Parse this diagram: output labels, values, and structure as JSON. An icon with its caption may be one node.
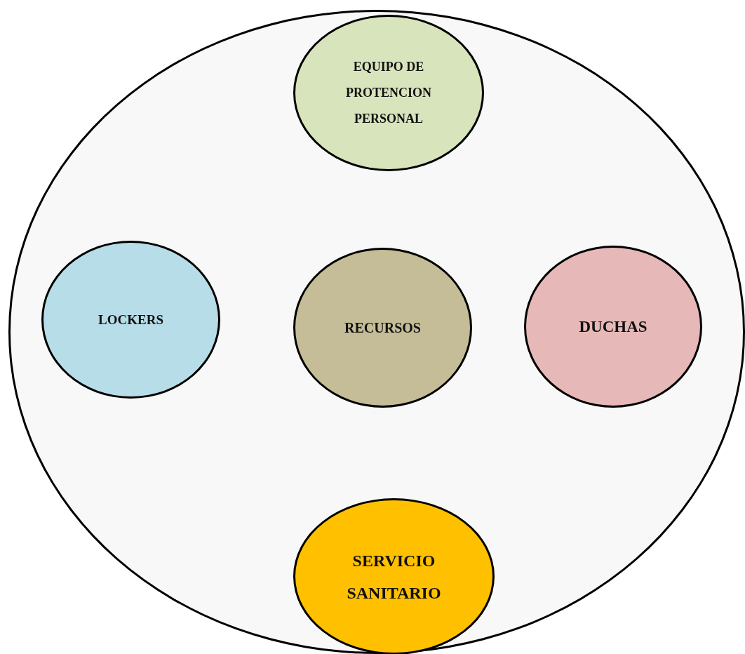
{
  "diagram": {
    "nodes": [
      {
        "text": [],
        "shape": "circle"
      },
      {
        "text": [
          "EQUIPO DE PROTENCION PERSONAL"
        ],
        "in": 0
      },
      {
        "text": [
          "LOCKERS"
        ],
        "in": 0
      },
      {
        "text": [
          "RECURSOS"
        ],
        "in": 0
      },
      {
        "text": [
          "DUCHAS"
        ],
        "in": 0
      },
      {
        "text": [
          "SERVICIO SANITARIO"
        ],
        "in": 0
      }
    ]
  }
}
